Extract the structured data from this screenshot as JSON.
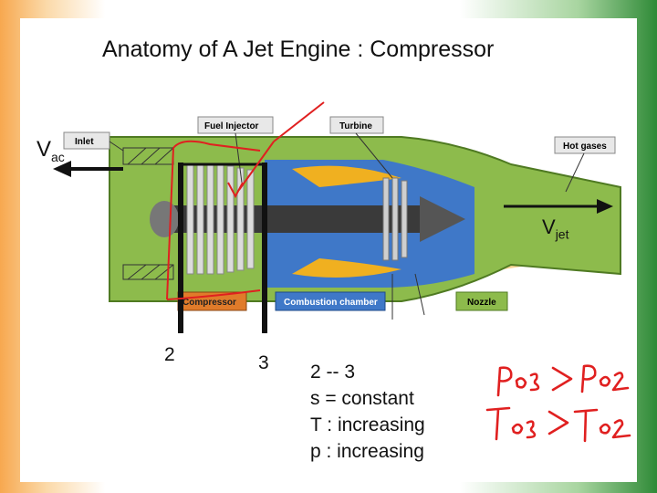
{
  "slide": {
    "title": "Anatomy of A Jet Engine : Compressor",
    "velocity_in": {
      "symbol": "V",
      "subscript": "ac"
    },
    "velocity_out": {
      "symbol": "V",
      "subscript": "jet"
    },
    "station_2": "2",
    "station_3": "3",
    "notes": [
      "2 -- 3",
      "s  = constant",
      "T : increasing",
      "p : increasing"
    ],
    "handwritten": [
      "P03 > P02",
      "T03 > T02"
    ]
  },
  "engine_labels": {
    "fuel_injector": "Fuel Injector",
    "turbine": "Turbine",
    "inlet": "Inlet",
    "hot_gases": "Hot gases",
    "compressor": "Compressor",
    "combustion": "Combustion chamber",
    "nozzle": "Nozzle"
  },
  "colors": {
    "casing": "#8dbb4c",
    "compressor_blade": "#d8d8d8",
    "combustion": "#3f78c8",
    "exhaust": "#f0b020",
    "annotation_red": "#e02020",
    "station_line": "#111111"
  }
}
